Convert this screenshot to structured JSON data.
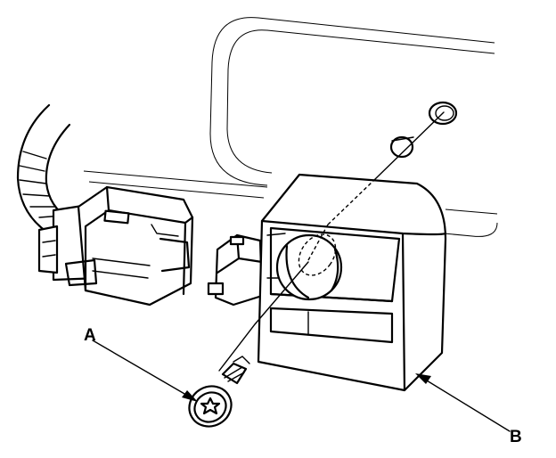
{
  "callouts": {
    "a": {
      "letter": "A",
      "target": "mounting-bolt"
    },
    "b": {
      "letter": "B",
      "target": "sensor-block"
    }
  },
  "colors": {
    "ink": "#000000",
    "paper": "#ffffff"
  }
}
